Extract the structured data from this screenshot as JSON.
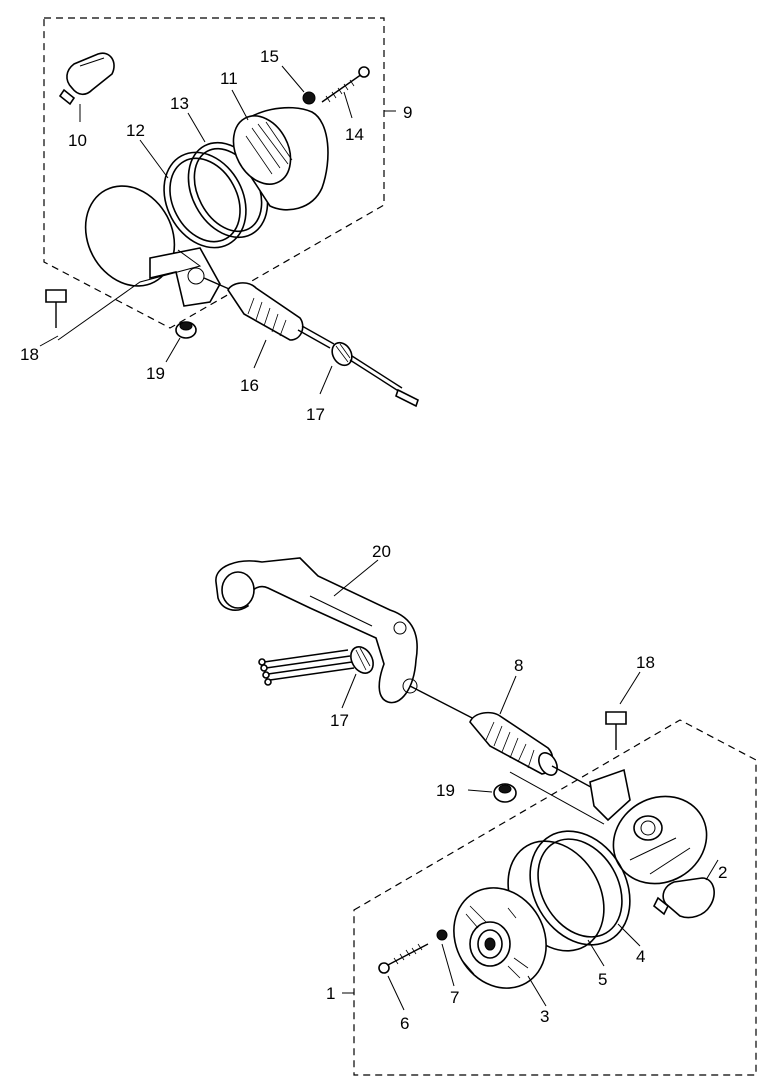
{
  "callouts": {
    "c1": "1",
    "c2": "2",
    "c3": "3",
    "c4": "4",
    "c5": "5",
    "c6": "6",
    "c7": "7",
    "c8": "8",
    "c9": "9",
    "c10": "10",
    "c11": "11",
    "c12": "12",
    "c13": "13",
    "c14": "14",
    "c15": "15",
    "c16": "16",
    "c17_top": "17",
    "c18_top": "18",
    "c19_top": "19",
    "c17_bottom": "17",
    "c18_bottom": "18",
    "c19_bottom": "19",
    "c20": "20"
  }
}
